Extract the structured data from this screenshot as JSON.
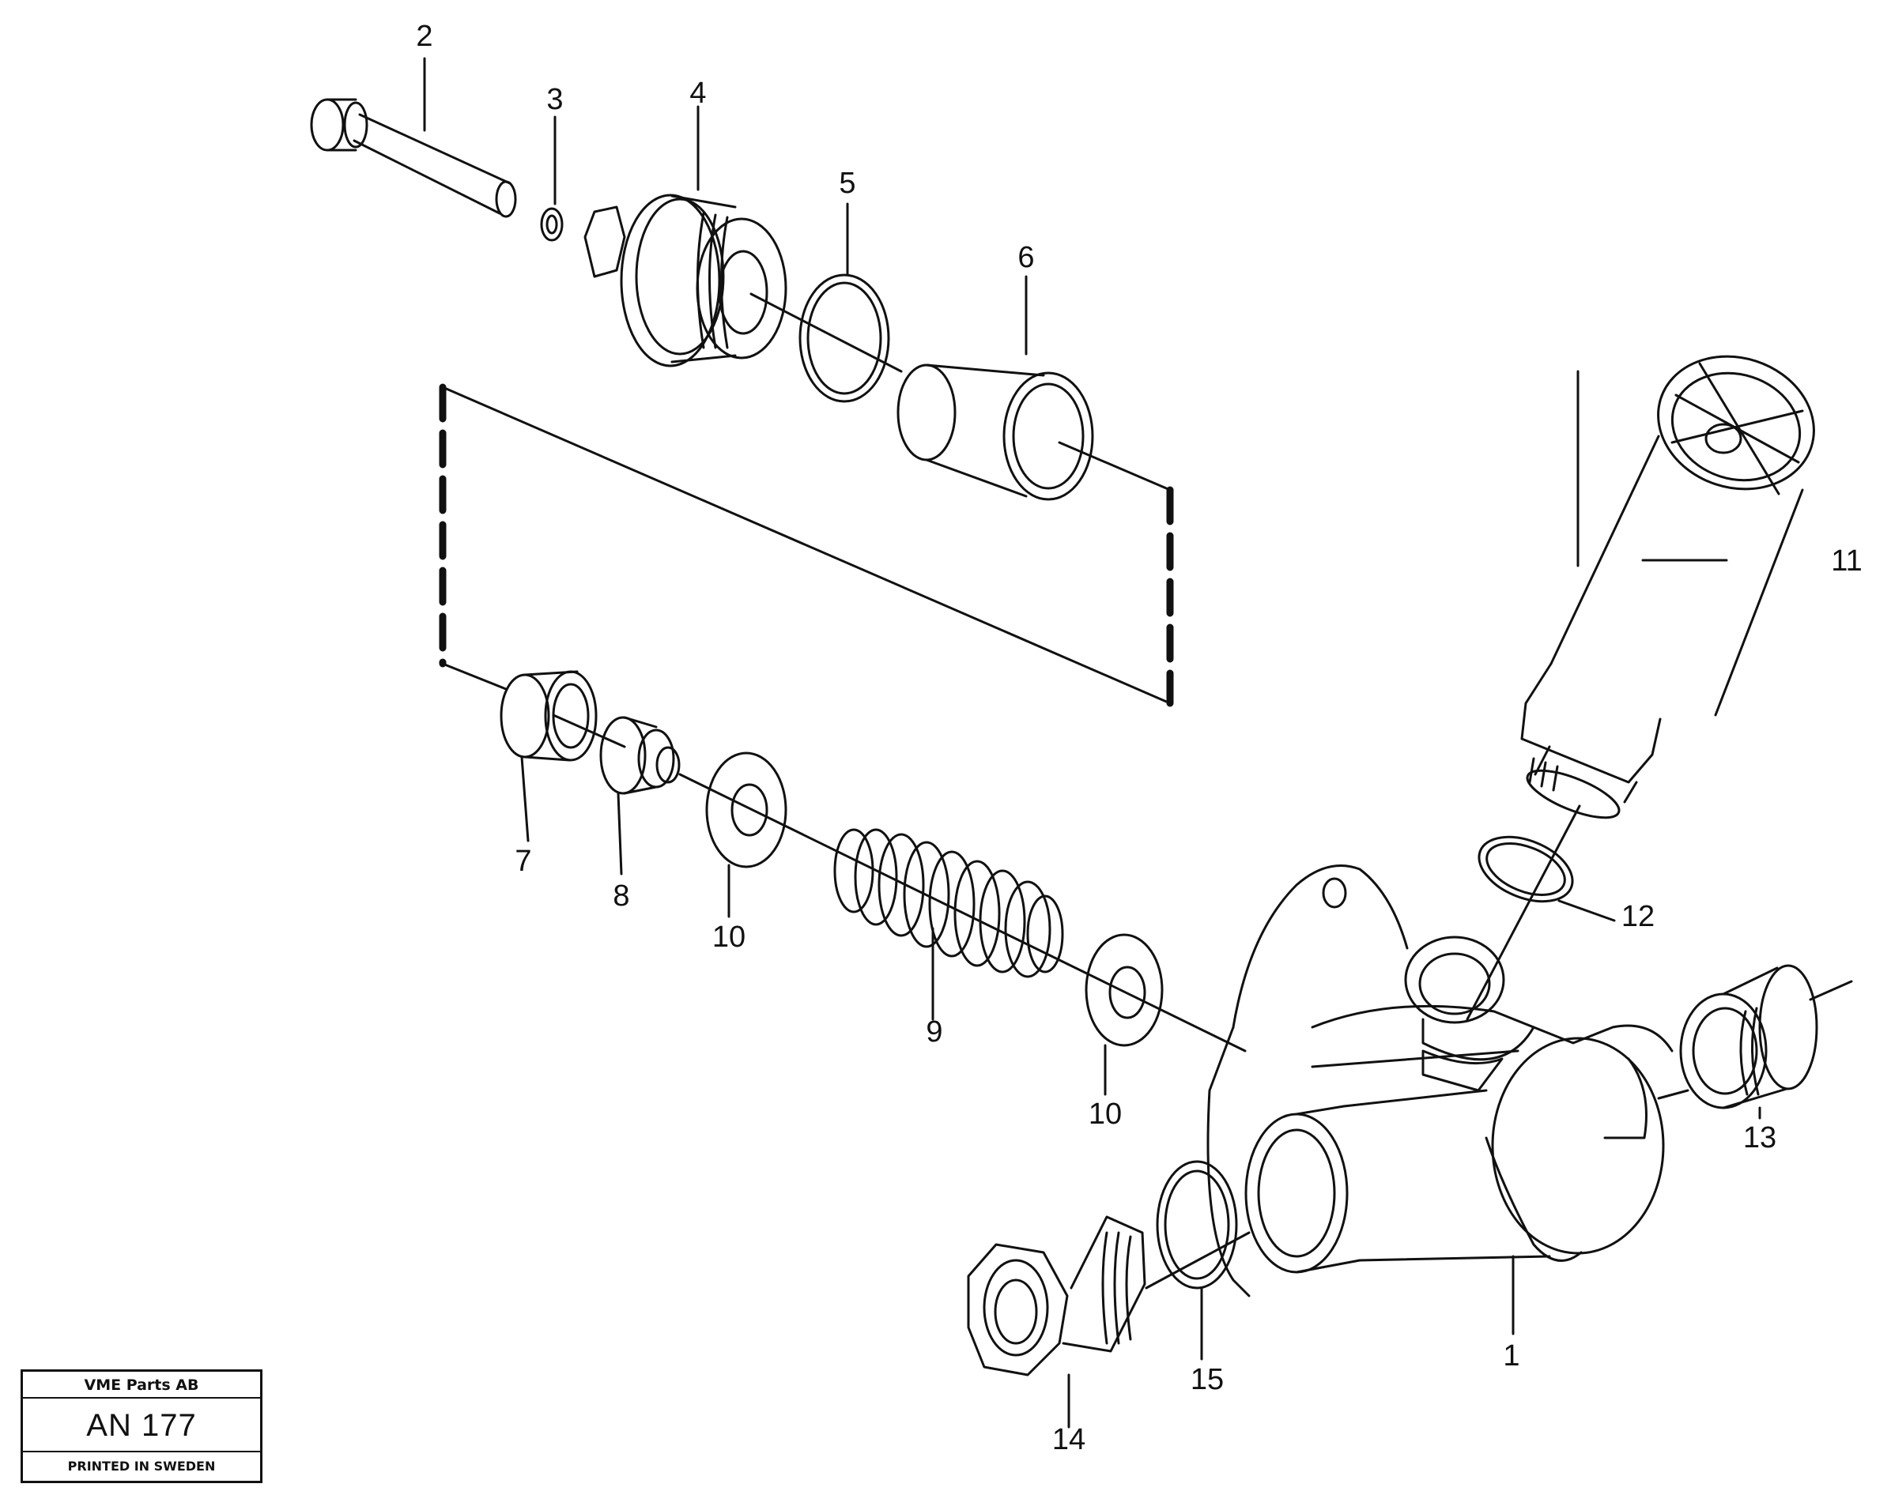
{
  "diagram": {
    "callouts": [
      {
        "id": "1",
        "label": "1"
      },
      {
        "id": "2",
        "label": "2"
      },
      {
        "id": "3",
        "label": "3"
      },
      {
        "id": "4",
        "label": "4"
      },
      {
        "id": "5",
        "label": "5"
      },
      {
        "id": "6",
        "label": "6"
      },
      {
        "id": "7",
        "label": "7"
      },
      {
        "id": "8",
        "label": "8"
      },
      {
        "id": "9",
        "label": "9"
      },
      {
        "id": "10a",
        "label": "10"
      },
      {
        "id": "10b",
        "label": "10"
      },
      {
        "id": "11",
        "label": "11"
      },
      {
        "id": "12",
        "label": "12"
      },
      {
        "id": "13",
        "label": "13"
      },
      {
        "id": "14",
        "label": "14"
      },
      {
        "id": "15",
        "label": "15"
      }
    ],
    "line_color": "#111111"
  },
  "title_block": {
    "company": "VME Parts AB",
    "code": "AN 177",
    "printed": "PRINTED IN SWEDEN"
  }
}
